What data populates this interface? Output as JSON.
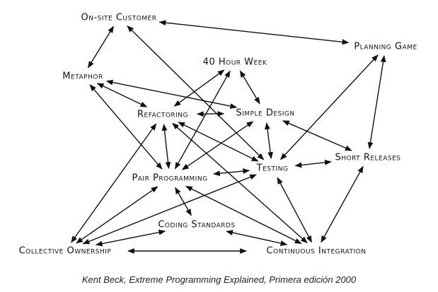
{
  "nodes": [
    {
      "id": "onsite",
      "label": "On-site Customer"
    },
    {
      "id": "planning",
      "label": "Planning Game"
    },
    {
      "id": "week",
      "label": "40 Hour Week"
    },
    {
      "id": "metaphor",
      "label": "Metaphor"
    },
    {
      "id": "refactoring",
      "label": "Refactoring"
    },
    {
      "id": "simple",
      "label": "Simple Design"
    },
    {
      "id": "short",
      "label": "Short Releases"
    },
    {
      "id": "testing",
      "label": "Testing"
    },
    {
      "id": "pair",
      "label": "Pair Programming"
    },
    {
      "id": "coding",
      "label": "Coding Standards"
    },
    {
      "id": "collective",
      "label": "Collective Ownership"
    },
    {
      "id": "ci",
      "label": "Continuous Integration"
    }
  ],
  "edges": [
    [
      "onsite",
      "planning"
    ],
    [
      "onsite",
      "metaphor"
    ],
    [
      "onsite",
      "testing"
    ],
    [
      "planning",
      "testing"
    ],
    [
      "planning",
      "short"
    ],
    [
      "week",
      "refactoring"
    ],
    [
      "week",
      "pair"
    ],
    [
      "week",
      "simple"
    ],
    [
      "metaphor",
      "simple"
    ],
    [
      "metaphor",
      "refactoring"
    ],
    [
      "metaphor",
      "pair"
    ],
    [
      "refactoring",
      "simple"
    ],
    [
      "refactoring",
      "testing"
    ],
    [
      "refactoring",
      "pair"
    ],
    [
      "refactoring",
      "ci"
    ],
    [
      "refactoring",
      "collective"
    ],
    [
      "simple",
      "testing"
    ],
    [
      "simple",
      "short"
    ],
    [
      "simple",
      "pair"
    ],
    [
      "testing",
      "short"
    ],
    [
      "testing",
      "pair"
    ],
    [
      "testing",
      "collective"
    ],
    [
      "testing",
      "ci"
    ],
    [
      "short",
      "ci"
    ],
    [
      "pair",
      "coding"
    ],
    [
      "pair",
      "collective"
    ],
    [
      "pair",
      "ci"
    ],
    [
      "coding",
      "collective"
    ],
    [
      "coding",
      "ci"
    ],
    [
      "collective",
      "ci"
    ]
  ],
  "caption": "Kent Beck, Extreme Programming Explained, Primera edición 2000"
}
